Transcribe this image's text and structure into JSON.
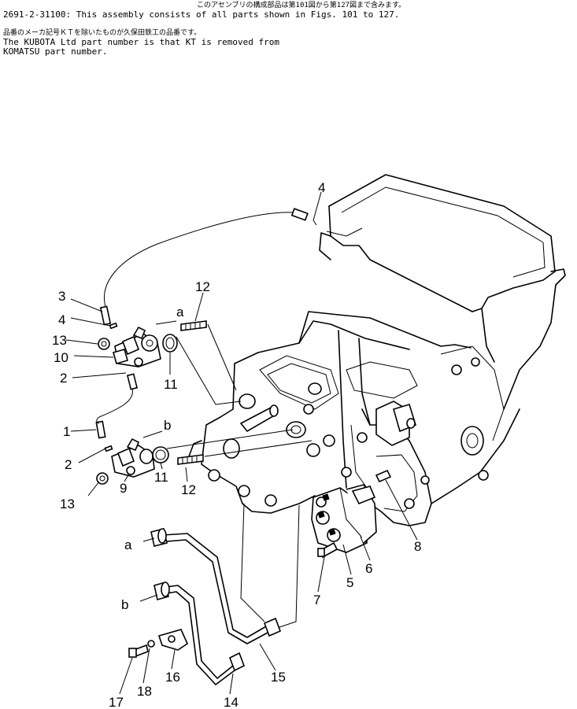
{
  "header": {
    "jp_line1": "このアセンブリの構成部品は第101図から第127図まで含みます。",
    "assembly_line": "2691-2-31100: This assembly consists of all parts shown in Figs. 101 to 127.",
    "jp_line2": "品番のメーカ記号ＫＴを除いたものが久保田鉄工の品番です。",
    "kubota_line1": "The KUBOTA Ltd part number is that KT is removed from",
    "kubota_line2": "KOMATSU part number."
  },
  "callouts": {
    "c1": "1",
    "c2a": "2",
    "c2b": "2",
    "c3": "3",
    "c4a": "4",
    "c4b": "4",
    "c5": "5",
    "c6": "6",
    "c7": "7",
    "c8": "8",
    "c9": "9",
    "c10": "10",
    "c11a": "11",
    "c11b": "11",
    "c12a": "12",
    "c12b": "12",
    "c13a": "13",
    "c13b": "13",
    "c14": "14",
    "c15": "15",
    "c16": "16",
    "c17": "17",
    "c18": "18",
    "ca1": "a",
    "ca2": "a",
    "cb1": "b",
    "cb2": "b"
  }
}
